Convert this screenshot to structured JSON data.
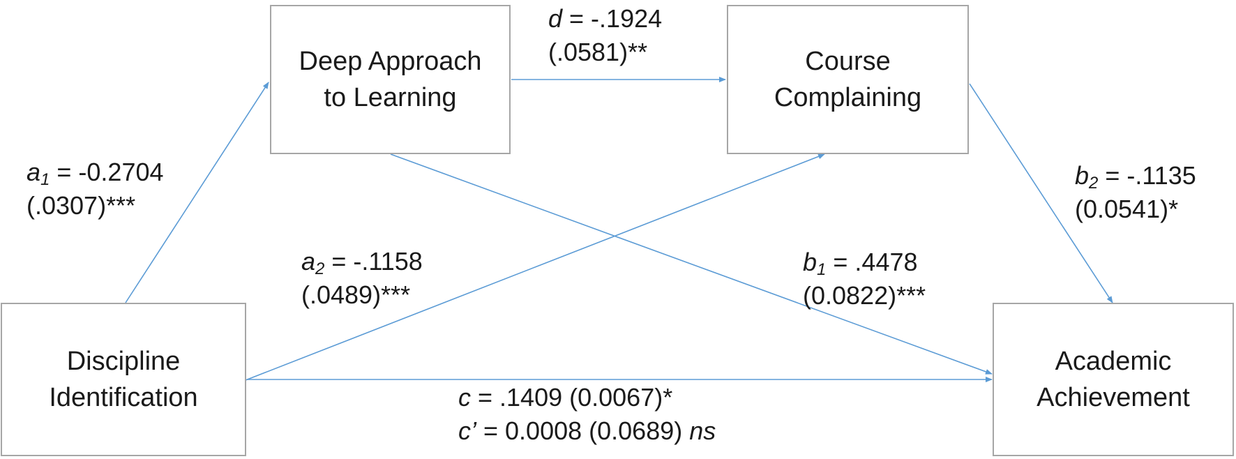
{
  "nodes": {
    "deep": {
      "line1": "Deep Approach",
      "line2": "to Learning"
    },
    "course": {
      "line1": "Course",
      "line2": "Complaining"
    },
    "discipline": {
      "line1": "Discipline",
      "line2": "Identification"
    },
    "academic": {
      "line1": "Academic",
      "line2": "Achievement"
    }
  },
  "paths": {
    "a1": {
      "symbol": "a",
      "subscript": "1",
      "estimate": " = -0.2704",
      "se": "(.0307)***"
    },
    "a2": {
      "symbol": "a",
      "subscript": "2",
      "estimate": " = -.1158",
      "se": "(.0489)***"
    },
    "d": {
      "symbol": "d",
      "estimate": " = -.1924",
      "se": "(.0581)**"
    },
    "b1": {
      "symbol": "b",
      "subscript": "1",
      "estimate": " = .4478",
      "se": "(0.0822)***"
    },
    "b2": {
      "symbol": "b",
      "subscript": "2",
      "estimate": " = -.1135",
      "se": "(0.0541)*"
    },
    "c": {
      "symbol": "c",
      "estimate": " = .1409 (0.0067)*"
    },
    "c_prime": {
      "symbol": "c’",
      "estimate": " = 0.0008  (0.0689) ",
      "sig": "ns"
    }
  },
  "colors": {
    "arrow": "#5b9bd5",
    "box_border": "#a6a6a6",
    "text": "#1a1a1a"
  }
}
